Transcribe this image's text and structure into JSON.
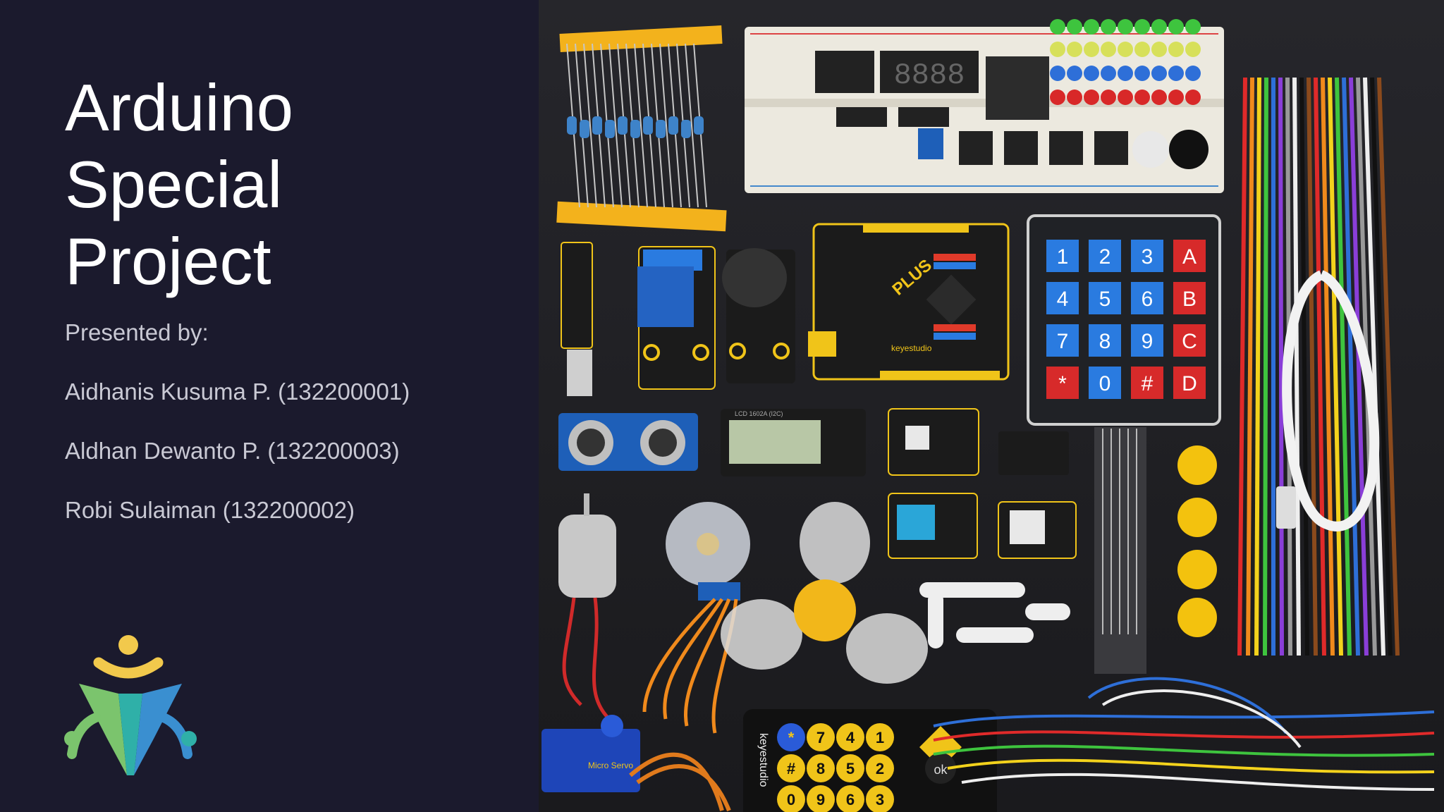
{
  "slide": {
    "title_lines": [
      "Arduino",
      "Special",
      "Project"
    ],
    "presented_label": "Presented by:",
    "members": [
      "Aidhanis Kusuma P. (132200001)",
      "Aldhan Dewanto P. (132200003)",
      "Robi Sulaiman (132200002)"
    ],
    "logo_icon": "people-circle-logo-icon",
    "photo": {
      "keypad_keys": [
        "1",
        "2",
        "3",
        "A",
        "4",
        "5",
        "6",
        "B",
        "7",
        "8",
        "9",
        "C",
        "*",
        "0",
        "#",
        "D"
      ],
      "lcd_label": "LCD 1602A (I2C)",
      "seven_seg": "8888",
      "brand_text": "keyestudio",
      "board_label": "PLUS",
      "servo_label": "Micro Servo",
      "remote_keys": [
        "*",
        "7",
        "4",
        "1",
        "#",
        "8",
        "5",
        "2",
        "0",
        "9",
        "6",
        "3"
      ],
      "remote_ok": "ok"
    },
    "colors": {
      "background": "#1b1a2d",
      "title": "#ffffff",
      "body_text": "#c9c9d4",
      "logo_yellow": "#f2c94c",
      "logo_green": "#7bc46d",
      "logo_blue": "#3a8fd0",
      "logo_teal": "#2fb0a8"
    }
  }
}
